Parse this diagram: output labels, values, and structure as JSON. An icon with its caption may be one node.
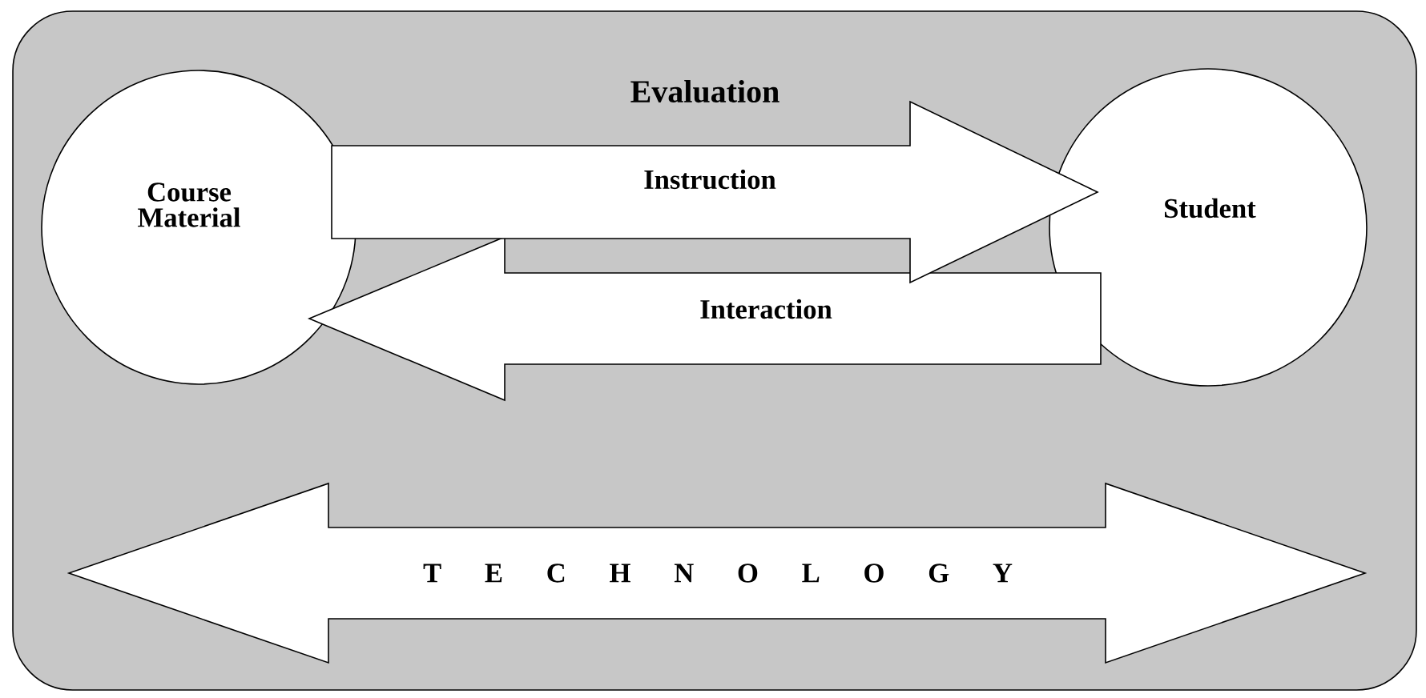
{
  "diagram": {
    "nodes": [
      {
        "text": [
          "Evaluation"
        ]
      },
      {
        "text": [
          "Course Material"
        ],
        "in": 0
      },
      {
        "text": [
          "Student"
        ],
        "in": 0
      },
      {
        "text": [
          "T E C H N O L O G Y"
        ],
        "in": 0
      }
    ],
    "edges": [
      {
        "from": 1,
        "to": 2,
        "arrow": "to",
        "label": "Instruction"
      },
      {
        "from": 2,
        "to": 1,
        "arrow": "to",
        "label": "Interaction"
      }
    ]
  }
}
